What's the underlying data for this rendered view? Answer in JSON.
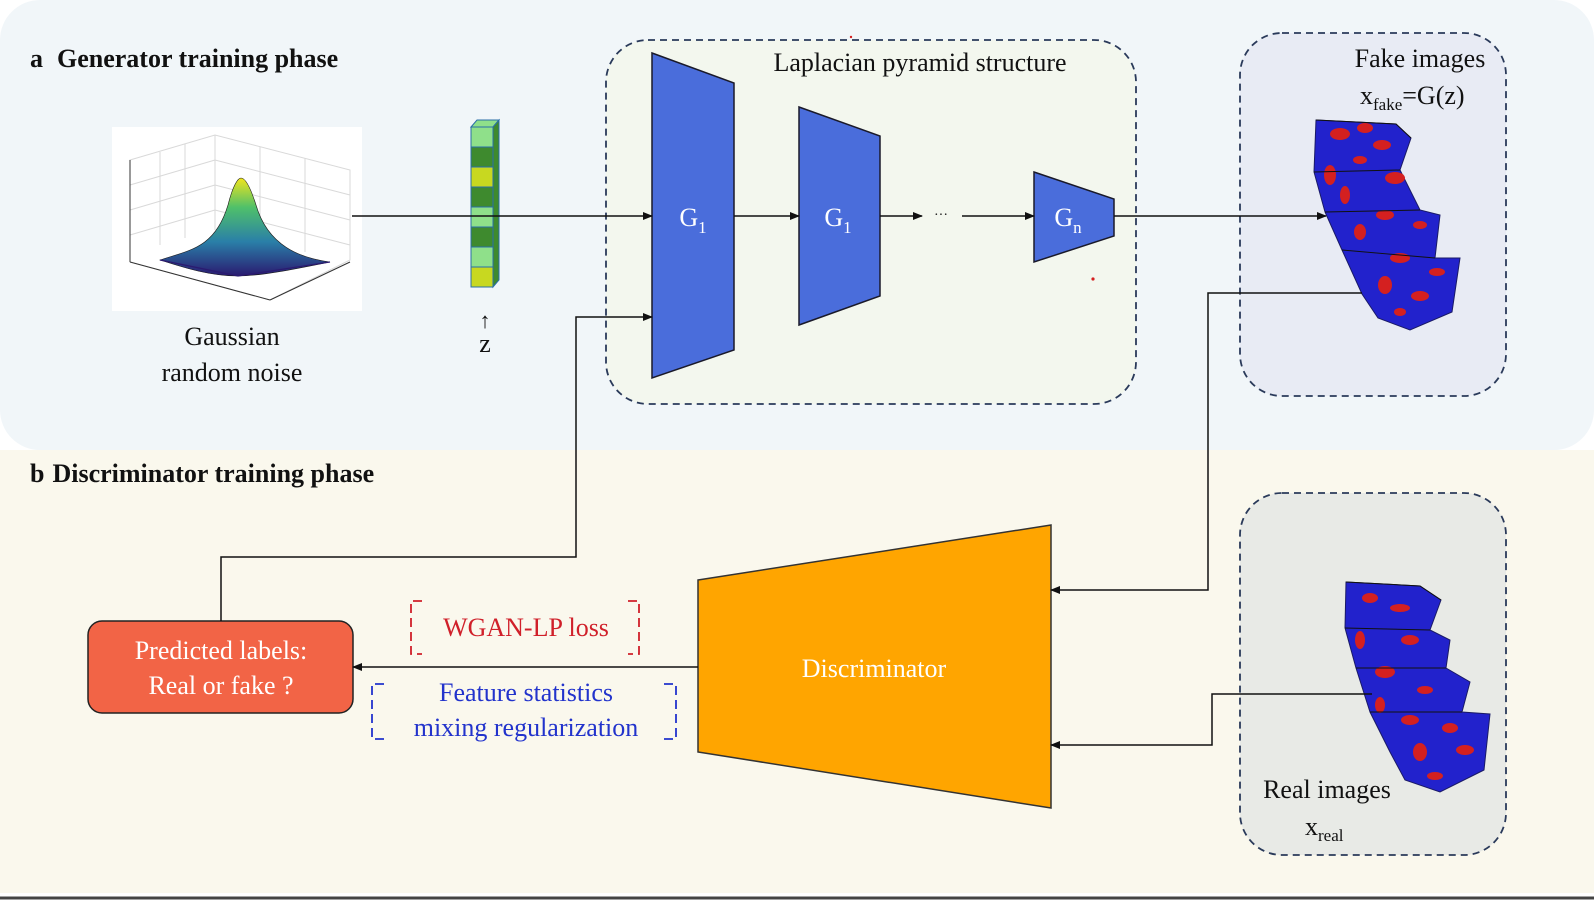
{
  "panel_a": {
    "letter": "a",
    "title": "Generator training phase"
  },
  "panel_b": {
    "letter": "b",
    "title": "Discriminator training phase"
  },
  "noise": {
    "line1": "Gaussian",
    "line2": "random noise"
  },
  "latent": {
    "arrow": "↑",
    "label": "z"
  },
  "pyramid": {
    "title": "Laplacian pyramid structure",
    "g1_main": "G",
    "g1_sub": "1",
    "g2_main": "G",
    "g2_sub": "1",
    "dots": "···",
    "gn_main": "G",
    "gn_sub": "n"
  },
  "fake": {
    "title": "Fake images",
    "x": "x",
    "sub": "fake",
    "rest": "=G(z)"
  },
  "real": {
    "title": "Real images",
    "x": "x",
    "sub": "real"
  },
  "discriminator": {
    "label": "Discriminator"
  },
  "loss": {
    "wgan": "WGAN-LP loss",
    "fsm_line1": "Feature statistics",
    "fsm_line2": "mixing regularization"
  },
  "predicted": {
    "line1": "Predicted labels:",
    "line2": "Real or fake ?"
  },
  "colors": {
    "panel_a_bg": "#f1f6f9",
    "panel_b_bg": "#faf8ed",
    "generator_blue": "#4a6ddb",
    "discriminator_orange": "#ffa500",
    "predicted_red": "#f26446",
    "wgan_red": "#d0202a",
    "fsm_blue": "#2233cc",
    "voxel_blue": "#2222cc",
    "voxel_red": "#d42020",
    "latent_green": "#3e8a2e",
    "latent_light": "#8fe08a",
    "latent_yellow": "#c8d820"
  }
}
